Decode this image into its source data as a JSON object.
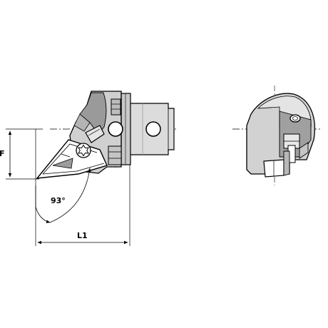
{
  "dimensions": {
    "height_label": "F",
    "angle_label": "93°",
    "length_label": "L1"
  },
  "colors": {
    "body_light": "#dcdcdc",
    "body_mid": "#b4b4b4",
    "body_dark": "#8a8a8a",
    "outline": "#000000",
    "background": "#ffffff"
  },
  "icons": {
    "insert_screw": "torx-screw-icon"
  }
}
